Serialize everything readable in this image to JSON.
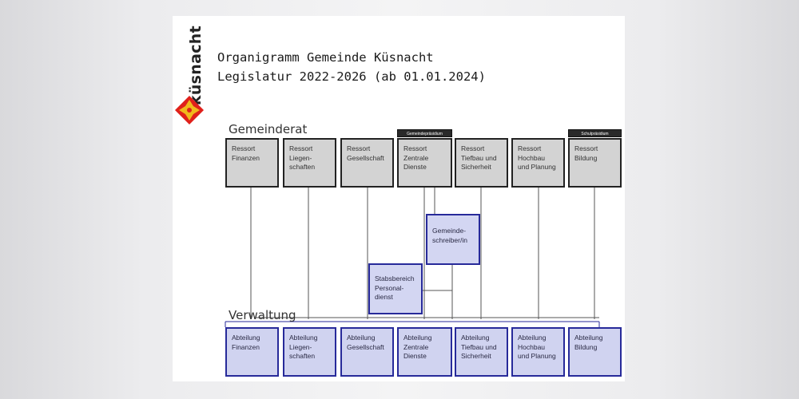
{
  "brand": {
    "name": "küsnacht",
    "colors": {
      "primary": "#e0201b",
      "secondary": "#f0b91c"
    },
    "logo_icon": "heraldic-rosette-icon"
  },
  "title": {
    "line1": "Organigramm Gemeinde Küsnacht",
    "line2": "Legislatur 2022-2026 (ab 01.01.2024)"
  },
  "sections": {
    "council": "Gemeinderat",
    "administration": "Verwaltung"
  },
  "council_boxes": [
    {
      "label": "Ressort\nFinanzen"
    },
    {
      "label": "Ressort\nLiegen-\nschaften"
    },
    {
      "label": "Ressort\nGesellschaft"
    },
    {
      "label": "Ressort\nZentrale\nDienste",
      "tag": "Gemeindepräsidium"
    },
    {
      "label": "Ressort\nTiefbau und\nSicherheit"
    },
    {
      "label": "Ressort\nHochbau\nund Planung"
    },
    {
      "label": "Ressort\nBildung",
      "tag": "Schulpräsidium"
    }
  ],
  "staff_boxes": {
    "clerk": "Gemeinde-\nschreiber/in",
    "hr": "Stabsbereich\nPersonal-\ndienst"
  },
  "admin_boxes": [
    {
      "label": "Abteilung\nFinanzen"
    },
    {
      "label": "Abteilung\nLiegen-\nschaften"
    },
    {
      "label": "Abteilung\nGesellschaft"
    },
    {
      "label": "Abteilung\nZentrale\nDienste"
    },
    {
      "label": "Abteilung\nTiefbau und\nSicherheit"
    },
    {
      "label": "Abteilung\nHochbau\nund Planung"
    },
    {
      "label": "Abteilung\nBildung"
    }
  ],
  "colors": {
    "council_fill": "#d3d3d3",
    "admin_fill": "#d0d3f0",
    "admin_border": "#272a9a"
  }
}
